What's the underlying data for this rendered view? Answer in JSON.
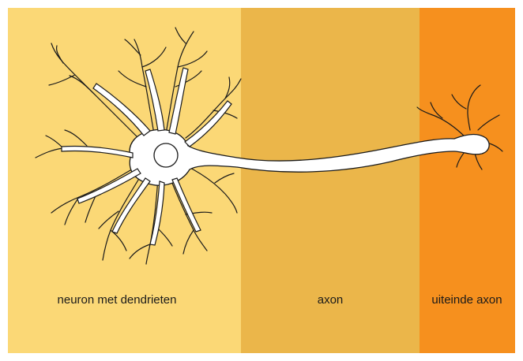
{
  "regions": [
    {
      "label": "neuron met dendrieten",
      "color": "#fbd876"
    },
    {
      "label": "axon",
      "color": "#ebb64a"
    },
    {
      "label": "uiteinde axon",
      "color": "#f6901e"
    }
  ],
  "neuron": {
    "fill": "#ffffff",
    "stroke": "#1a1a1a"
  }
}
